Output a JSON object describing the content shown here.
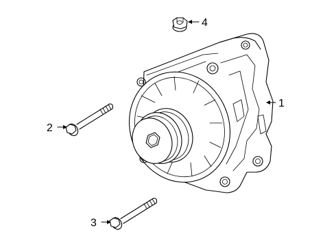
{
  "callouts": [
    {
      "id": "alternator",
      "number": "1"
    },
    {
      "id": "upper-bolt",
      "number": "2"
    },
    {
      "id": "lower-bolt",
      "number": "3"
    },
    {
      "id": "nut",
      "number": "4"
    }
  ],
  "colors": {
    "line": "#000000",
    "background": "#ffffff"
  }
}
